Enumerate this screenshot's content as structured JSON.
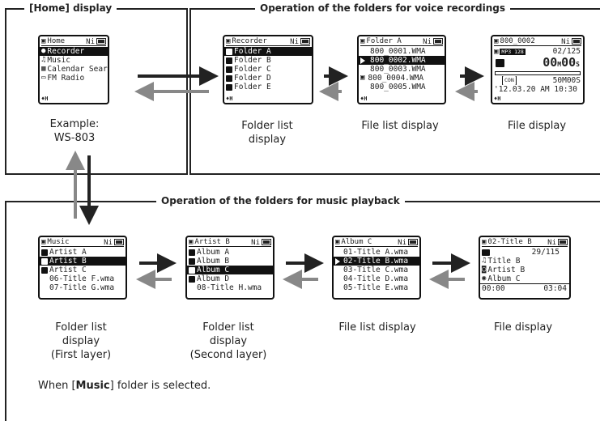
{
  "sections": {
    "home": {
      "title_prefix": "[",
      "title_bold": "Home",
      "title_suffix": "] display"
    },
    "voice": {
      "title": "Operation of the folders for voice recordings"
    },
    "music": {
      "title": "Operation of the folders for music playback"
    }
  },
  "home_screen": {
    "title": "Home",
    "status": "Ni",
    "items": [
      "Recorder",
      "Music",
      "Calendar Search",
      "FM Radio"
    ],
    "selected_index": 0,
    "caption": [
      "Example:",
      "WS-803"
    ]
  },
  "voice_screens": {
    "folder_list": {
      "title": "Recorder",
      "status": "Ni",
      "items": [
        "Folder A",
        "Folder B",
        "Folder C",
        "Folder D",
        "Folder E"
      ],
      "badges": [
        "A",
        "B",
        "C",
        "D",
        "E"
      ],
      "selected_index": 0,
      "caption": [
        "Folder list",
        "display"
      ]
    },
    "file_list": {
      "title": "Folder A",
      "status": "Ni",
      "items": [
        "800_0001.WMA",
        "800_0002.WMA",
        "800_0003.WMA",
        "800_0004.WMA",
        "800_0005.WMA"
      ],
      "selected_index": 1,
      "caption": [
        "File list display"
      ]
    },
    "file_display": {
      "title": "800_0002",
      "status": "Ni",
      "format": "MP3 128",
      "count": "02/125",
      "time": "00M00S",
      "time_main": "00",
      "time_sec": "00",
      "remaining": "50M00S",
      "mode": "CON",
      "date": "'12.03.20 AM 10:30",
      "caption": [
        "File display"
      ]
    }
  },
  "music_screens": {
    "folder_list_1": {
      "title": "Music",
      "status": "Ni",
      "items": [
        "Artist A",
        "Artist B",
        "Artist C",
        "06-Title F.wma",
        "07-Title G.wma"
      ],
      "selected_index": 1,
      "caption": [
        "Folder list",
        "display",
        "(First layer)"
      ]
    },
    "folder_list_2": {
      "title": "Artist B",
      "status": "Ni",
      "items": [
        "Album A",
        "Album B",
        "Album C",
        "Album D",
        "08-Title H.wma"
      ],
      "selected_index": 2,
      "caption": [
        "Folder list",
        "display",
        "(Second layer)"
      ]
    },
    "file_list": {
      "title": "Album C",
      "status": "Ni",
      "items": [
        "01-Title A.wma",
        "02-Title B.wma",
        "03-Title C.wma",
        "04-Title D.wma",
        "05-Title E.wma"
      ],
      "selected_index": 1,
      "caption": [
        "File list display"
      ]
    },
    "file_display": {
      "title": "02-Title B",
      "status": "Ni",
      "count": "29/115",
      "title_line": "Title B",
      "artist_line": "Artist B",
      "album_line": "Album C",
      "elapsed": "00:00",
      "total": "03:04",
      "caption": [
        "File display"
      ]
    }
  },
  "note": {
    "prefix": "When [",
    "bold": "Music",
    "suffix": "] folder is selected."
  },
  "colors": {
    "arrow_dark": "#222222",
    "arrow_gray": "#888888"
  }
}
